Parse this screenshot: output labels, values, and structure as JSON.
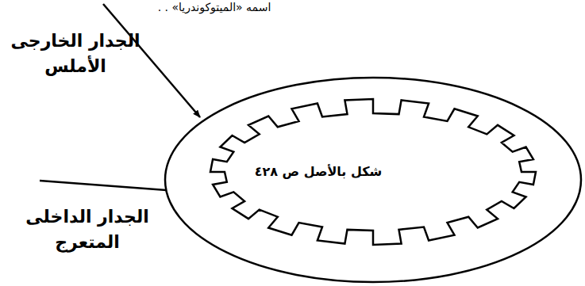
{
  "diagram": {
    "nodes": [
      {
        "text": [
          "شكل بالأصل ص ٤٢٨"
        ]
      }
    ],
    "labels": [
      "اسمه «الميتوكوندريا» . .",
      "الجدار الخارجى الأملس",
      "الجدار الداخلى المتعرج"
    ]
  }
}
